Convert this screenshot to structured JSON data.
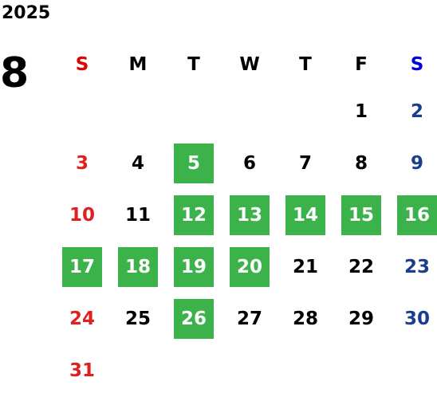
{
  "year": "2025",
  "month": "8",
  "weekday_headers": [
    "S",
    "M",
    "T",
    "W",
    "T",
    "F",
    "S"
  ],
  "colors": {
    "highlight": "#3cb34a",
    "sunday": "#e02020",
    "saturday": "#1a3d8c",
    "weekday": "#000000"
  },
  "weeks": [
    [
      {
        "d": ""
      },
      {
        "d": ""
      },
      {
        "d": ""
      },
      {
        "d": ""
      },
      {
        "d": ""
      },
      {
        "d": "1"
      },
      {
        "d": "2"
      }
    ],
    [
      {
        "d": "3"
      },
      {
        "d": "4"
      },
      {
        "d": "5",
        "hl": true
      },
      {
        "d": "6"
      },
      {
        "d": "7"
      },
      {
        "d": "8"
      },
      {
        "d": "9"
      }
    ],
    [
      {
        "d": "10"
      },
      {
        "d": "11"
      },
      {
        "d": "12",
        "hl": true
      },
      {
        "d": "13",
        "hl": true
      },
      {
        "d": "14",
        "hl": true
      },
      {
        "d": "15",
        "hl": true
      },
      {
        "d": "16",
        "hl": true
      }
    ],
    [
      {
        "d": "17",
        "hl": true
      },
      {
        "d": "18",
        "hl": true
      },
      {
        "d": "19",
        "hl": true
      },
      {
        "d": "20",
        "hl": true
      },
      {
        "d": "21"
      },
      {
        "d": "22"
      },
      {
        "d": "23"
      }
    ],
    [
      {
        "d": "24"
      },
      {
        "d": "25"
      },
      {
        "d": "26",
        "hl": true
      },
      {
        "d": "27"
      },
      {
        "d": "28"
      },
      {
        "d": "29"
      },
      {
        "d": "30"
      }
    ],
    [
      {
        "d": "31"
      },
      {
        "d": ""
      },
      {
        "d": ""
      },
      {
        "d": ""
      },
      {
        "d": ""
      },
      {
        "d": ""
      },
      {
        "d": ""
      }
    ]
  ]
}
